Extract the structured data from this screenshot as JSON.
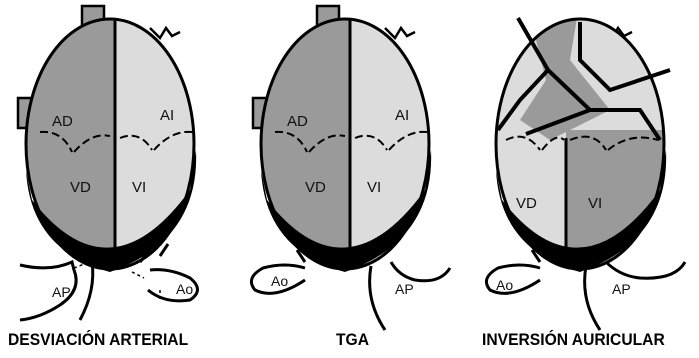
{
  "colors": {
    "dark": "#9a9a9a",
    "light": "#dcdcdc",
    "outline": "#000000",
    "background": "#ffffff"
  },
  "panels": [
    {
      "caption": "DESVIACIÓN ARTERIAL",
      "labels": {
        "ra": "AD",
        "la": "AI",
        "rv": "VD",
        "lv": "VI",
        "pa": "AP",
        "ao": "Ao"
      }
    },
    {
      "caption": "TGA",
      "labels": {
        "ra": "AD",
        "la": "AI",
        "rv": "VD",
        "lv": "VI",
        "pa": "AP",
        "ao": "Ao"
      }
    },
    {
      "caption": "INVERSIÓN AURICULAR",
      "labels": {
        "rv": "VD",
        "lv": "VI",
        "pa": "AP",
        "ao": "Ao"
      }
    }
  ],
  "icons": [
    "heart-diagram-icon",
    "great-vessel-icon",
    "venous-inflow-icon",
    "baffle-icon"
  ]
}
